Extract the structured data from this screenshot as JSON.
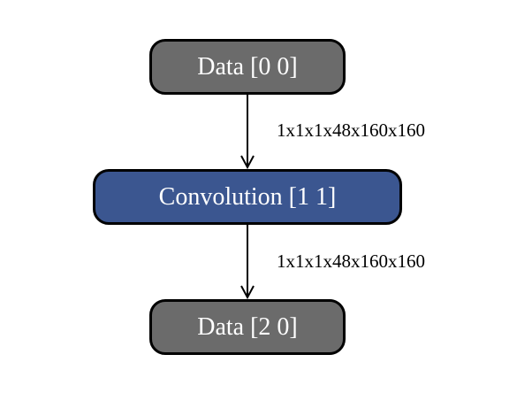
{
  "diagram": {
    "nodes": [
      {
        "id": "data-0-0",
        "label": "Data [0 0]",
        "fill": "#6b6b6b"
      },
      {
        "id": "convolution-1-1",
        "label": "Convolution [1 1]",
        "fill": "#3b5690"
      },
      {
        "id": "data-2-0",
        "label": "Data [2 0]",
        "fill": "#6b6b6b"
      }
    ],
    "edges": [
      {
        "from": "data-0-0",
        "to": "convolution-1-1",
        "label": "1x1x1x48x160x160"
      },
      {
        "from": "convolution-1-1",
        "to": "data-2-0",
        "label": "1x1x1x48x160x160"
      }
    ],
    "colors": {
      "border": "#000000",
      "text": "#ffffff",
      "edge": "#000000",
      "background": "#ffffff"
    }
  }
}
